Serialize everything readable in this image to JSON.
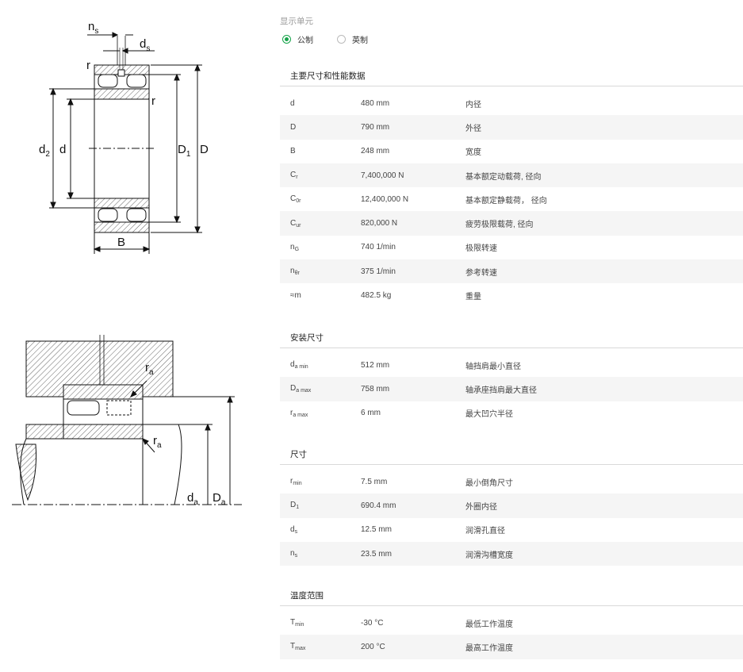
{
  "drawing_labels": {
    "ns": "n",
    "ns_sub": "s",
    "ds": "d",
    "ds_sub": "s",
    "r": "r",
    "d2": "d",
    "d2_sub": "2",
    "d": "d",
    "D1": "D",
    "D1_sub": "1",
    "D": "D",
    "B": "B",
    "ra": "r",
    "ra_sub": "a",
    "da": "d",
    "da_sub": "a",
    "Da": "D",
    "Da_sub": "a"
  },
  "units": {
    "title": "显示单元",
    "options": [
      {
        "label": "公制",
        "checked": true
      },
      {
        "label": "英制",
        "checked": false
      }
    ]
  },
  "sections": [
    {
      "title": "主要尺寸和性能数据",
      "rows": [
        {
          "sym": "d",
          "sub": "",
          "value": "480 mm",
          "desc": "内径"
        },
        {
          "sym": "D",
          "sub": "",
          "value": "790 mm",
          "desc": "外径"
        },
        {
          "sym": "B",
          "sub": "",
          "value": "248 mm",
          "desc": "宽度"
        },
        {
          "sym": "C",
          "sub": "r",
          "value": "7,400,000 N",
          "desc": "基本额定动载荷, 径向"
        },
        {
          "sym": "C",
          "sub": "0r",
          "value": "12,400,000 N",
          "desc": "基本额定静载荷， 径向"
        },
        {
          "sym": "C",
          "sub": "ur",
          "value": "820,000 N",
          "desc": "疲劳极限载荷, 径向"
        },
        {
          "sym": "n",
          "sub": "G",
          "value": "740 1/min",
          "desc": "极限转速"
        },
        {
          "sym": "n",
          "sub": "θr",
          "value": "375 1/min",
          "desc": "参考转速"
        },
        {
          "sym": "≈m",
          "sub": "",
          "value": "482.5 kg",
          "desc": "重量"
        }
      ]
    },
    {
      "title": "安装尺寸",
      "rows": [
        {
          "sym": "d",
          "sub": "a min",
          "value": "512 mm",
          "desc": "轴挡肩最小直径"
        },
        {
          "sym": "D",
          "sub": "a max",
          "value": "758 mm",
          "desc": "轴承座挡肩最大直径"
        },
        {
          "sym": "r",
          "sub": "a max",
          "value": "6 mm",
          "desc": "最大凹穴半径"
        }
      ]
    },
    {
      "title": "尺寸",
      "rows": [
        {
          "sym": "r",
          "sub": "min",
          "value": "7.5 mm",
          "desc": "最小倒角尺寸"
        },
        {
          "sym": "D",
          "sub": "1",
          "value": "690.4 mm",
          "desc": "外圈内径"
        },
        {
          "sym": "d",
          "sub": "s",
          "value": "12.5 mm",
          "desc": "润滑孔直径"
        },
        {
          "sym": "n",
          "sub": "s",
          "value": "23.5 mm",
          "desc": "润滑沟槽宽度"
        }
      ]
    },
    {
      "title": "温度范围",
      "rows": [
        {
          "sym": "T",
          "sub": "min",
          "value": "-30 °C",
          "desc": "最低工作温度"
        },
        {
          "sym": "T",
          "sub": "max",
          "value": "200 °C",
          "desc": "最高工作温度"
        }
      ]
    }
  ],
  "colors": {
    "accent": "#16a34a"
  }
}
